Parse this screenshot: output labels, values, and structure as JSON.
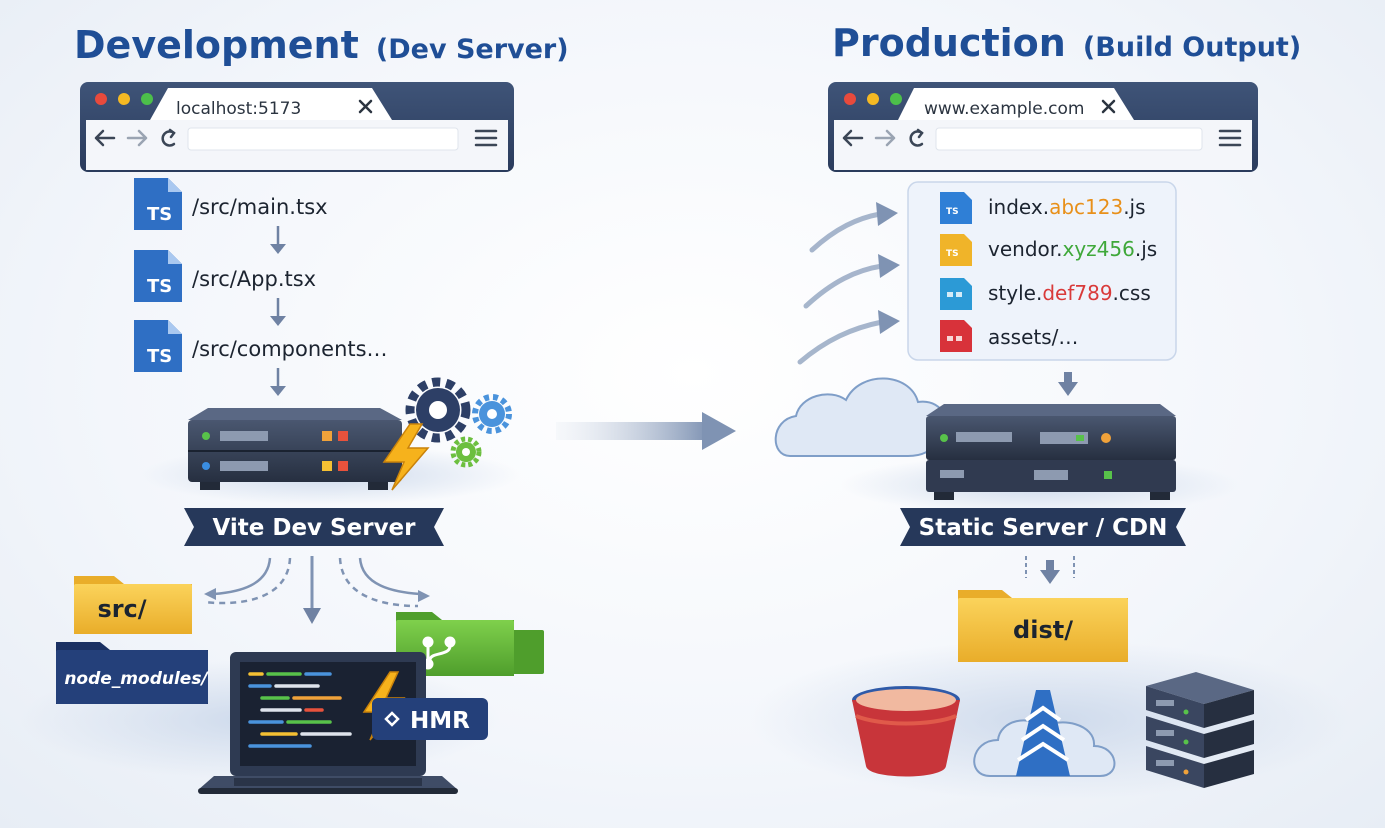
{
  "dev": {
    "title": "Development",
    "subtitle": "(Dev Server)",
    "browser_url": "localhost:5173",
    "files": [
      {
        "name": "/src/main.tsx",
        "badge": "TS"
      },
      {
        "name": "/src/App.tsx",
        "badge": "TS"
      },
      {
        "name": "/src/components…",
        "badge": "TS"
      }
    ],
    "server_label": "Vite Dev Server",
    "folders": {
      "src": "src/",
      "node_modules": "node_modules/"
    },
    "hmr_label": "HMR"
  },
  "prod": {
    "title": "Production",
    "subtitle": "(Build Output)",
    "browser_url": "www.example.com",
    "assets": [
      {
        "prefix": "index.",
        "hash": "abc123",
        "suffix": ".js",
        "hash_color": "#e8901a",
        "icon_color": "#2f7fd6",
        "badge": "TS"
      },
      {
        "prefix": "vendor.",
        "hash": "xyz456",
        "suffix": ".js",
        "hash_color": "#3fa83a",
        "icon_color": "#f0b429",
        "badge": "TS"
      },
      {
        "prefix": "style.",
        "hash": "def789",
        "suffix": ".css",
        "hash_color": "#d93a3a",
        "icon_color": "#2c9ad6",
        "badge": ""
      },
      {
        "prefix": "assets/…",
        "hash": "",
        "suffix": "",
        "hash_color": "#1c2430",
        "icon_color": "#d8323a",
        "badge": ""
      }
    ],
    "server_label": "Static Server / CDN",
    "dist_label": "dist/"
  },
  "colors": {
    "title": "#1f4e96",
    "ribbon": "#26385a",
    "ts_badge": "#2f6fc4",
    "folder_yellow": "#f4c443",
    "folder_navy": "#24407a",
    "folder_green": "#6cbf3f",
    "arrow": "#7f93b3"
  },
  "icons": {
    "close": "close-icon",
    "back": "back-arrow-icon",
    "forward": "forward-arrow-icon",
    "reload": "reload-icon",
    "menu": "hamburger-menu-icon",
    "gear": "gear-icon",
    "lightning": "lightning-icon",
    "git": "git-branch-icon",
    "cloud": "cloud-icon",
    "bucket": "storage-bucket-icon",
    "tower": "cdn-tower-icon"
  }
}
